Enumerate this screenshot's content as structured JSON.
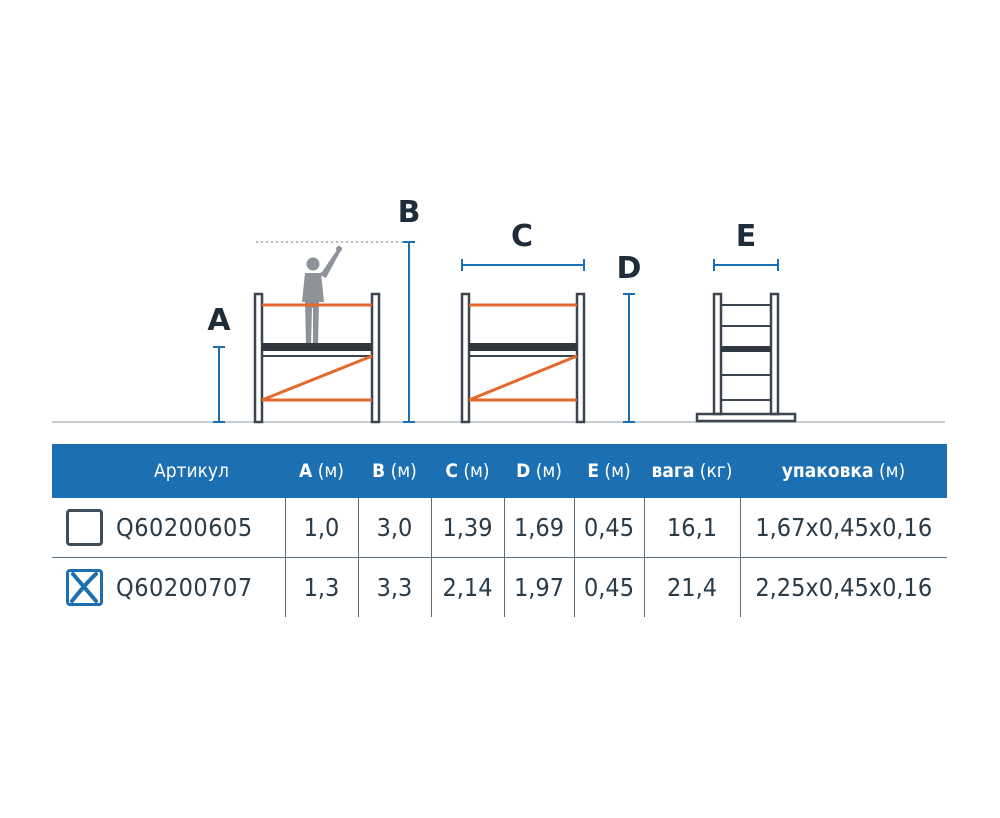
{
  "diagram": {
    "dimension_labels": [
      "A",
      "B",
      "C",
      "D",
      "E"
    ],
    "colors": {
      "frame": "#3d4550",
      "brace": "#e36a2c",
      "dimension": "#1c6fb1",
      "ground": "#c7cdd2",
      "person": "#8e9399"
    }
  },
  "table": {
    "header": {
      "article": "Артикул",
      "columns": [
        {
          "letter": "A",
          "unit": " (м)"
        },
        {
          "letter": "B",
          "unit": " (м)"
        },
        {
          "letter": "C",
          "unit": " (м)"
        },
        {
          "letter": "D",
          "unit": " (м)"
        },
        {
          "letter": "E",
          "unit": " (м)"
        },
        {
          "letter": "вага",
          "unit": " (кг)"
        },
        {
          "letter": "упаковка",
          "unit": " (м)"
        }
      ]
    },
    "rows": [
      {
        "checked": false,
        "article": "Q60200605",
        "a": "1,0",
        "b": "3,0",
        "c": "1,39",
        "d": "1,69",
        "e": "0,45",
        "weight": "16,1",
        "package": "1,67x0,45x0,16"
      },
      {
        "checked": true,
        "article": "Q60200707",
        "a": "1,3",
        "b": "3,3",
        "c": "2,14",
        "d": "1,97",
        "e": "0,45",
        "weight": "21,4",
        "package": "2,25x0,45x0,16"
      }
    ],
    "colors": {
      "header_bg": "#1c6fb1",
      "header_text": "#ffffff",
      "checkbox_checked": "#1c6fb1"
    }
  }
}
